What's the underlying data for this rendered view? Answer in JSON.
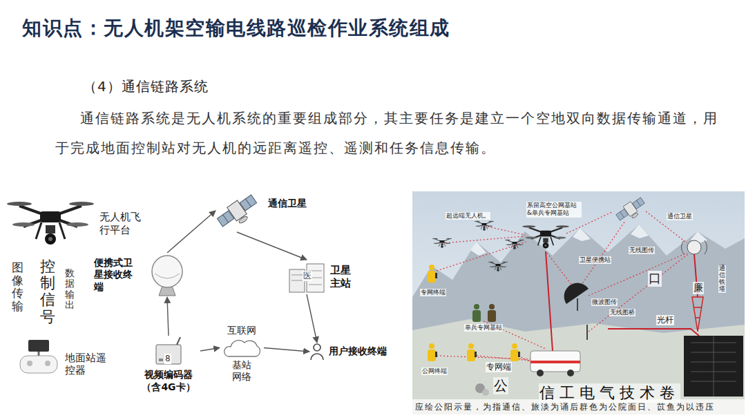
{
  "diagram": {
    "title": "知识点：无人机架空输电线路巡检作业系统组成",
    "nodes": [
      {
        "text": [
          "无人机飞行平台"
        ]
      },
      {
        "text": [
          "通信卫星"
        ]
      },
      {
        "text": [
          "便携式卫星接收终端"
        ]
      },
      {
        "text": [
          "卫星主站"
        ]
      },
      {
        "text": [
          "互联网",
          "基站网络"
        ]
      },
      {
        "text": [
          "视频编码器 （含4G卡）"
        ]
      },
      {
        "text": [
          "地面站遥控器"
        ]
      },
      {
        "text": [
          "用户接收终端"
        ]
      }
    ],
    "edges": [
      {
        "from": 5,
        "to": 2,
        "arrow": "to"
      },
      {
        "from": 2,
        "to": 1,
        "arrow": "to"
      },
      {
        "from": 1,
        "to": 3,
        "arrow": "to"
      },
      {
        "from": 3,
        "to": 7,
        "arrow": "to"
      },
      {
        "from": 5,
        "to": 4,
        "arrow": "to"
      },
      {
        "from": 4,
        "to": 7,
        "arrow": "to"
      }
    ],
    "labels": [
      "（4）通信链路系统",
      "通信链路系统是无人机系统的重要组成部分，其主要任务是建立一个空地双向数据传输通道，用于完成地面控制站对无人机的远距离遥控、遥测和任务信息传输。",
      "图像传输",
      "控制信号",
      "数据输出",
      "医",
      "8",
      "超远端无人机。",
      "系留高空公网基站 &单兵专网基站",
      "通信卫星",
      "卫星便携站",
      "无线图传",
      "口",
      "微波图传",
      "廉",
      "通信铁塔",
      "无线图桥",
      "光杆",
      "专网终端",
      "单兵专网基站",
      "公网终端",
      "专网端",
      "公",
      "信工电气技术卷",
      "应绘公阳示量，为指通信、旅淡为诵后群色为公院面日、苡鱼为以违压"
    ]
  }
}
